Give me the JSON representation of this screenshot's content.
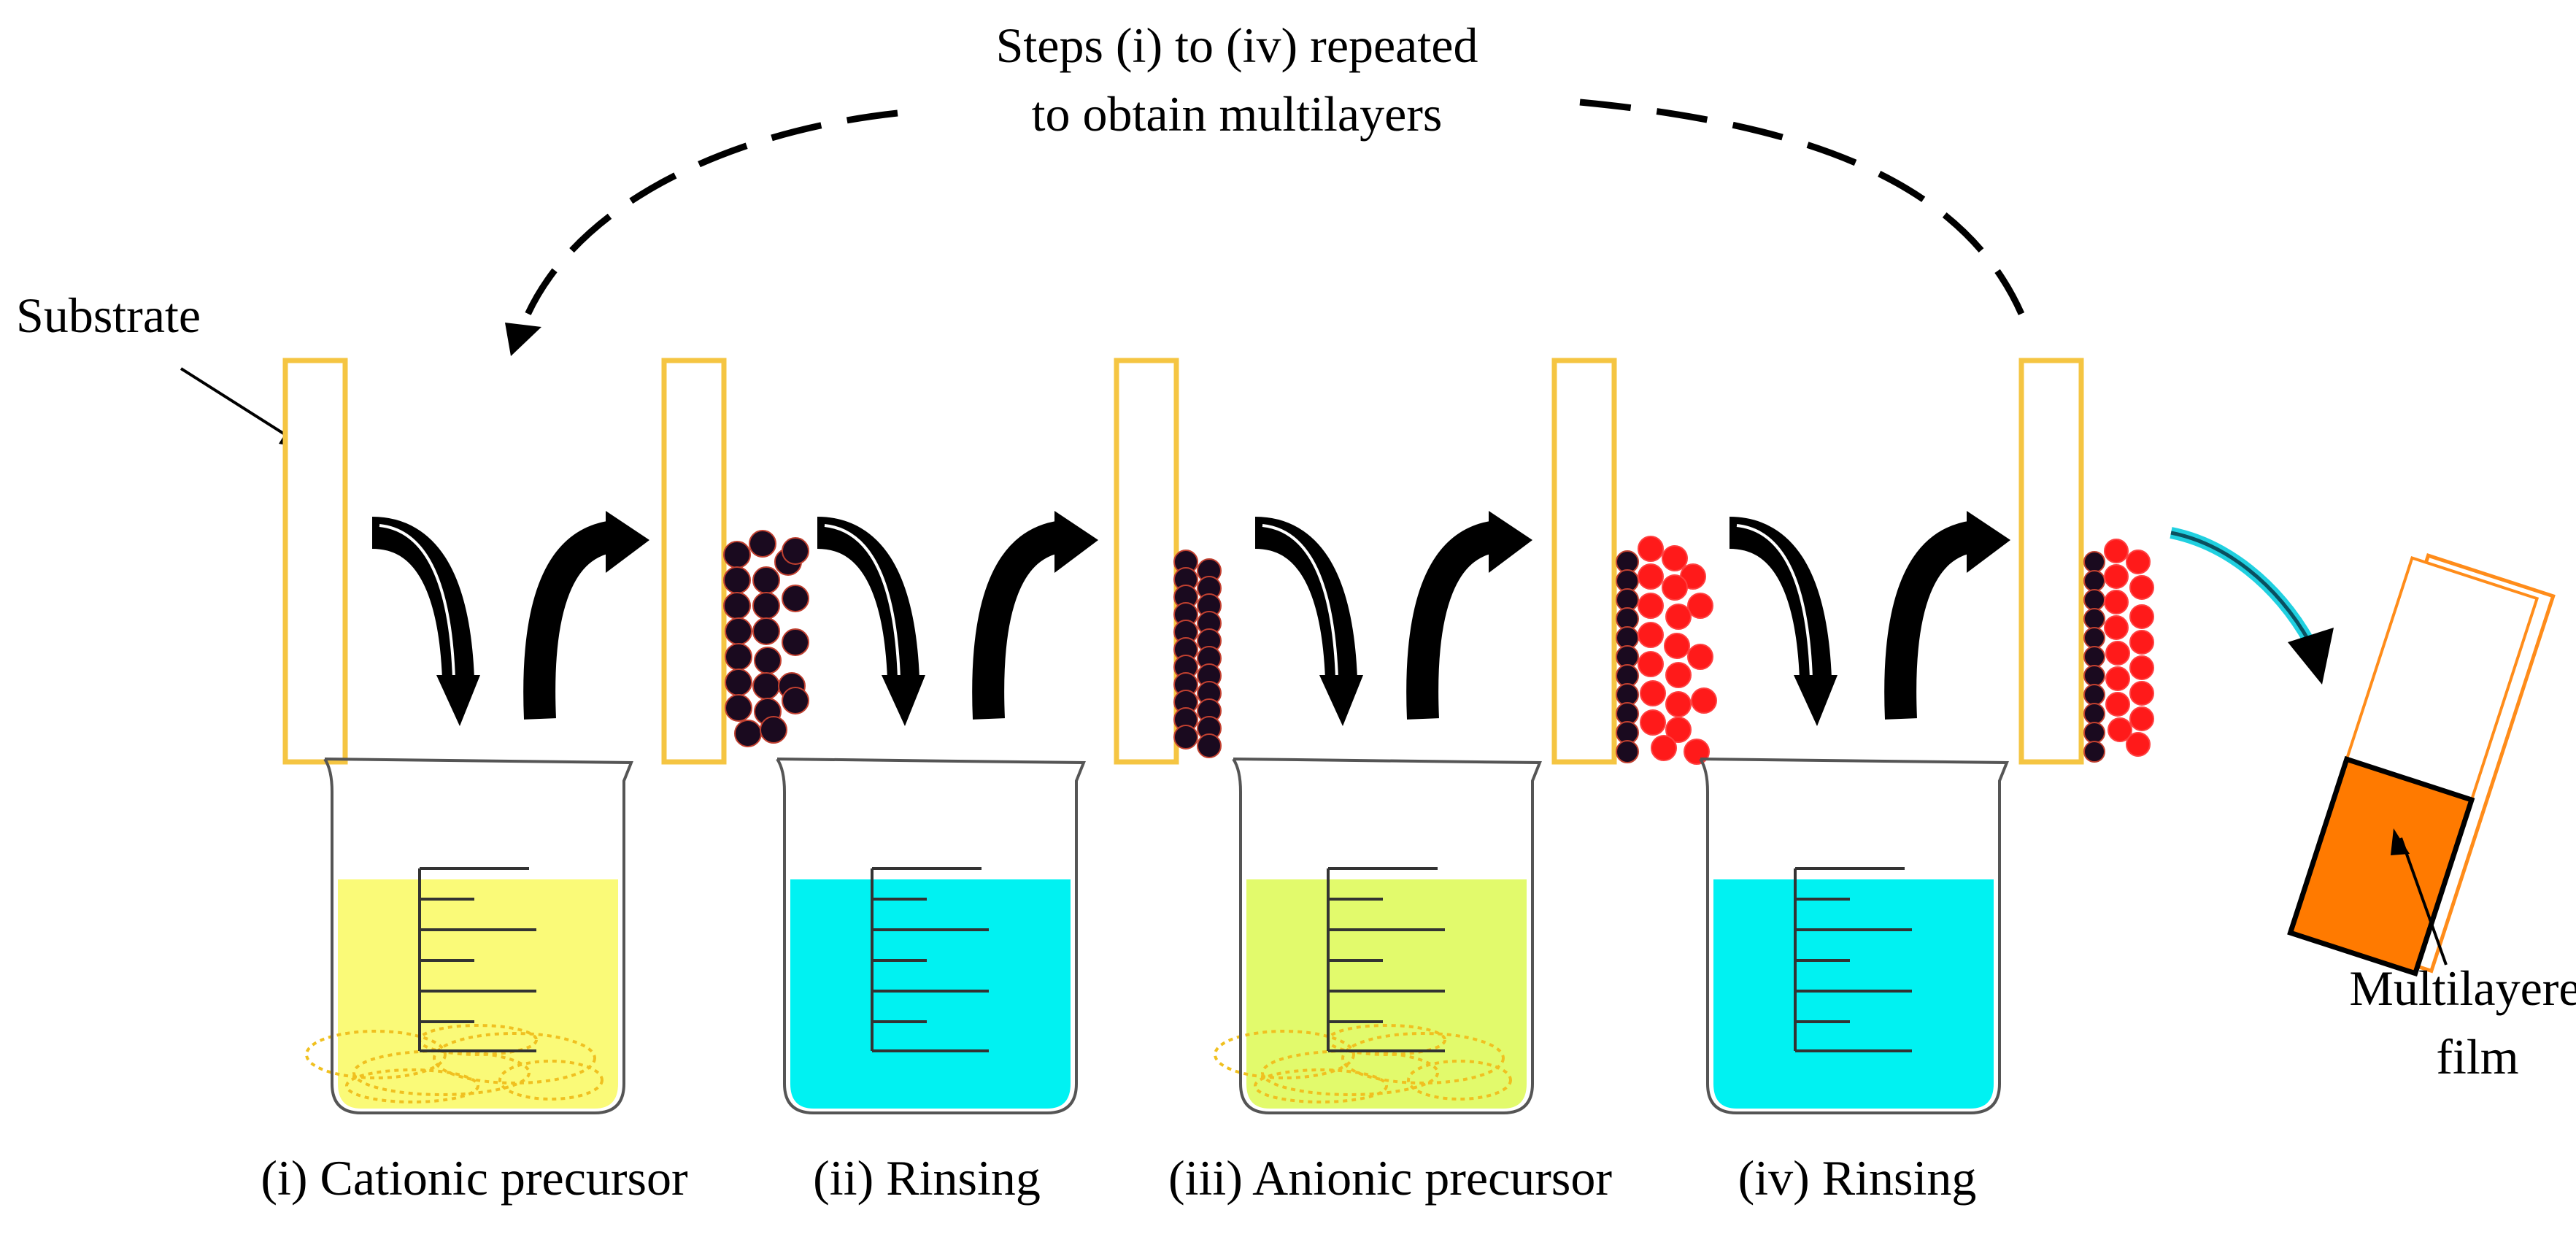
{
  "header": {
    "repeat_line1": "Steps (i) to (iv) repeated",
    "repeat_line2": "to obtain multilayers"
  },
  "substrate_label": "Substrate",
  "film_label": {
    "line1": "Multilayered",
    "line2": "film"
  },
  "steps": [
    {
      "label": "(i) Cationic precursor",
      "solution": "cationic",
      "color": "#fafa78"
    },
    {
      "label": "(ii) Rinsing",
      "solution": "rinse",
      "color": "#00f2f2"
    },
    {
      "label": "(iii) Anionic precursor",
      "solution": "anionic",
      "color": "#e2fa6c"
    },
    {
      "label": "(iv) Rinsing",
      "solution": "rinse",
      "color": "#00f2f2"
    }
  ],
  "colors": {
    "substrate": "#f5c542",
    "cation_particle": "#1a0a1f",
    "anion_particle": "#ff1a1a",
    "film": "#ff7a00",
    "transfer_arrow": "#20d0e0"
  }
}
